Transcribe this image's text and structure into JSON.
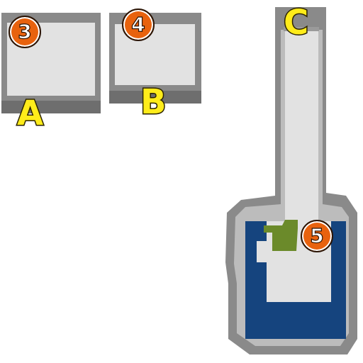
{
  "map": {
    "rooms": [
      {
        "label": "A",
        "marker": "3"
      },
      {
        "label": "B",
        "marker": "4"
      },
      {
        "label": "C",
        "marker": "5"
      }
    ],
    "colors": {
      "wall": "#8a8a8a",
      "wall_shadow": "#6e6e6e",
      "floor": "#e2e2e2",
      "water": "#15447e",
      "stairs": "#6b8a2a",
      "label_text": "#ffec1a",
      "marker_fill": "#e8620e"
    },
    "icons": [
      "stairs-icon"
    ]
  }
}
